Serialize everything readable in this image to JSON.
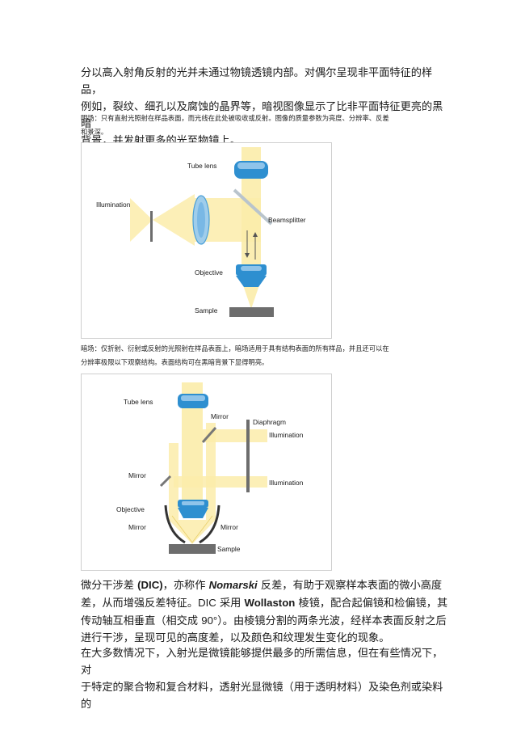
{
  "intro_paragraph": [
    "分以高入射角反射的光并未通过物镜透镜内部。对偶尔呈现非平面特征的样品，",
    "例如，裂纹、细孔以及腐蚀的晶界等，暗视图像显示了比非平面特征更亮的黑暗",
    "背景，并发射更多的光至物镜上。"
  ],
  "brightfield_note": [
    "明场：只有直射光照射在样品表面，而光线在此处被吸收或反射。图像的质量参数为亮度、分辨率、反差",
    "和景深。"
  ],
  "figure1_labels": {
    "tube_lens": "Tube lens",
    "illumination": "Illumination",
    "beamsplitter": "Beamsplitter",
    "objective": "Objective",
    "sample": "Sample"
  },
  "darkfield_note": [
    "暗场：仅折射、衍射或反射的光照射在样品表面上，暗场适用于具有结构表面的所有样品，并且还可以在",
    "分辨率极限以下观察结构。表面结构可在黑暗背景下显得明亮。"
  ],
  "figure2_labels": {
    "tube_lens": "Tube lens",
    "mirror_top": "Mirror",
    "diaphragm": "Diaphragm",
    "illumination_1": "Illumination",
    "illumination_2": "Illumination",
    "mirror_left": "Mirror",
    "objective": "Objective",
    "mirror_bottom_left": "Mirror",
    "mirror_bottom_right": "Mirror",
    "sample": "Sample"
  },
  "dic_paragraph": {
    "l1_a": "微分干涉差 ",
    "l1_dic": "(DIC)",
    "l1_b": "，亦称作 ",
    "l1_nomarski": "Nomarski",
    "l1_c": " 反差，有助于观察样本表面的微小高度",
    "l2_a": "差，从而增强反差特征。",
    "l2_dic": "DIC",
    "l2_b": " 采用 ",
    "l2_wollaston": "Wollaston",
    "l2_c": " 棱镜，配合起偏镜和检偏镜，其",
    "l3_a": "传动轴互相垂直（相交成 ",
    "l3_angle": "90°",
    "l3_b": "）。由棱镜分割的两条光波，经样本表面反射之后",
    "l4": "进行干涉，呈现可见的高度差，以及颜色和纹理发生变化的现象。"
  },
  "last_paragraph": [
    "在大多数情况下，入射光是微镜能够提供最多的所需信息，但在有些情况下，对",
    "于特定的聚合物和复合材料，透射光显微镜（用于透明材料）及染色剂或染料的"
  ],
  "colors": {
    "beam": "#fbecaa",
    "beam_edge": "#e9cf6a",
    "lens": "#2e8fd0",
    "lens_light": "#8fc4ea",
    "diaphragm": "#6d6d6d"
  }
}
